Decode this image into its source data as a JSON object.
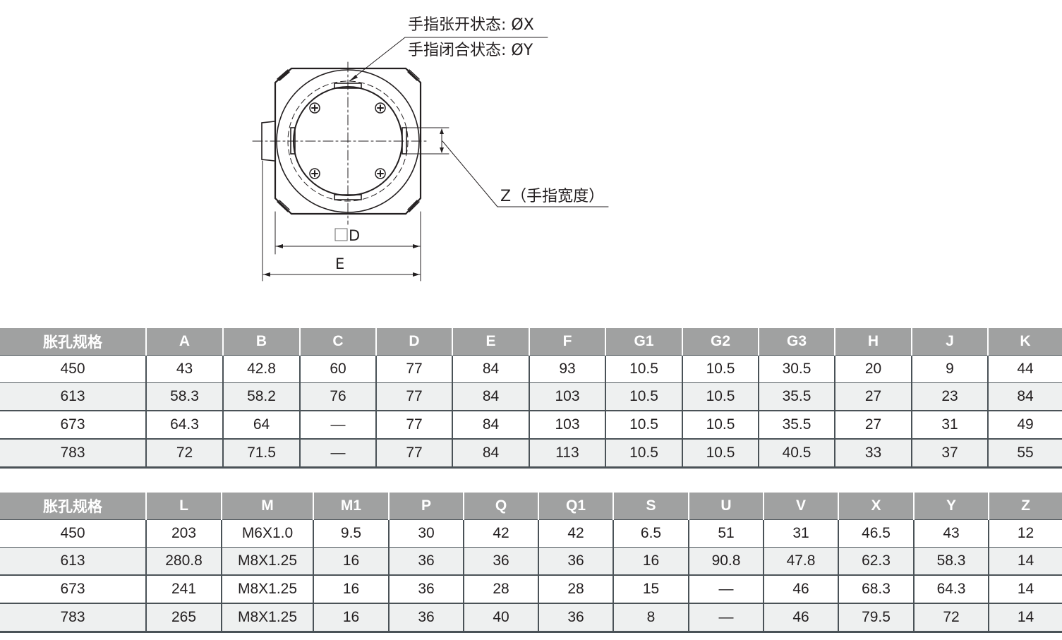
{
  "drawing": {
    "label_open": "手指张开状态: ØX",
    "label_closed": "手指闭合状态: ØY",
    "label_z": "Z（手指宽度）",
    "label_d": "D",
    "label_e": "E"
  },
  "table1": {
    "headers": [
      "胀孔规格",
      "A",
      "B",
      "C",
      "D",
      "E",
      "F",
      "G1",
      "G2",
      "G3",
      "H",
      "J",
      "K"
    ],
    "rows": [
      [
        "450",
        "43",
        "42.8",
        "60",
        "77",
        "84",
        "93",
        "10.5",
        "10.5",
        "30.5",
        "20",
        "9",
        "44"
      ],
      [
        "613",
        "58.3",
        "58.2",
        "76",
        "77",
        "84",
        "103",
        "10.5",
        "10.5",
        "35.5",
        "27",
        "23",
        "84"
      ],
      [
        "673",
        "64.3",
        "64",
        "—",
        "77",
        "84",
        "103",
        "10.5",
        "10.5",
        "35.5",
        "27",
        "31",
        "49"
      ],
      [
        "783",
        "72",
        "71.5",
        "—",
        "77",
        "84",
        "113",
        "10.5",
        "10.5",
        "40.5",
        "33",
        "37",
        "55"
      ]
    ]
  },
  "table2": {
    "headers": [
      "胀孔规格",
      "L",
      "M",
      "M1",
      "P",
      "Q",
      "Q1",
      "S",
      "U",
      "V",
      "X",
      "Y",
      "Z"
    ],
    "rows": [
      [
        "450",
        "203",
        "M6X1.0",
        "9.5",
        "30",
        "42",
        "42",
        "6.5",
        "51",
        "31",
        "46.5",
        "43",
        "12"
      ],
      [
        "613",
        "280.8",
        "M8X1.25",
        "16",
        "36",
        "36",
        "36",
        "16",
        "90.8",
        "47.8",
        "62.3",
        "58.3",
        "14"
      ],
      [
        "673",
        "241",
        "M8X1.25",
        "16",
        "36",
        "28",
        "28",
        "15",
        "—",
        "46",
        "68.3",
        "64.3",
        "14"
      ],
      [
        "783",
        "265",
        "M8X1.25",
        "16",
        "36",
        "40",
        "36",
        "8",
        "—",
        "46",
        "79.5",
        "72",
        "14"
      ]
    ]
  }
}
